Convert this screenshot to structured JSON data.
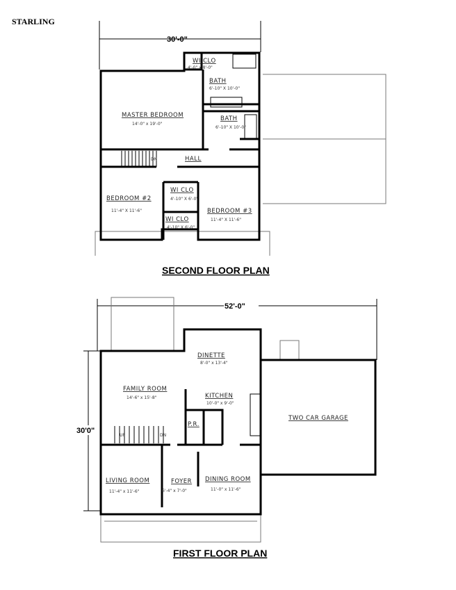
{
  "plan_name": "STARLING",
  "second_floor": {
    "title": "SECOND FLOOR PLAN",
    "width_dim": "30'-0\"",
    "rooms": [
      {
        "name": "WI CLO",
        "size": "4'-0\" x 8'-0\""
      },
      {
        "name": "BATH",
        "size": "6'-10\" X 10'-0\""
      },
      {
        "name": "MASTER BEDROOM",
        "size": "14'-0\" x 19'-0\""
      },
      {
        "name": "BATH",
        "size": "6'-10\" X 10'-0\""
      },
      {
        "name": "HALL",
        "size": ""
      },
      {
        "name": "BEDROOM #2",
        "size": "11'-4\" X 11'-6\""
      },
      {
        "name": "WI CLO",
        "size": "4'-10\" X 6'-0\""
      },
      {
        "name": "BEDROOM #3",
        "size": "11'-4\" X 11'-6\""
      },
      {
        "name": "WI CLO",
        "size": "4'-10\" X 6'-0\""
      }
    ],
    "stair_label": "DN"
  },
  "first_floor": {
    "title": "FIRST FLOOR PLAN",
    "width_dim": "52'-0\"",
    "depth_dim": "30'0\"",
    "rooms": [
      {
        "name": "DINETTE",
        "size": "8'-0\" x 13'-4\""
      },
      {
        "name": "FAMILY ROOM",
        "size": "14'-6\" x 15'-8\""
      },
      {
        "name": "KITCHEN",
        "size": "10'-0\" x 9'-0\""
      },
      {
        "name": "P.R.",
        "size": ""
      },
      {
        "name": "TWO CAR GARAGE",
        "size": ""
      },
      {
        "name": "LIVING ROOM",
        "size": "11'-4\" x 11'-6\""
      },
      {
        "name": "FOYER",
        "size": "6'-4\" x 7'-0\""
      },
      {
        "name": "DINING ROOM",
        "size": "11'-0\" x 11'-6\""
      }
    ],
    "stair_up": "UP",
    "stair_dn": "DN"
  }
}
